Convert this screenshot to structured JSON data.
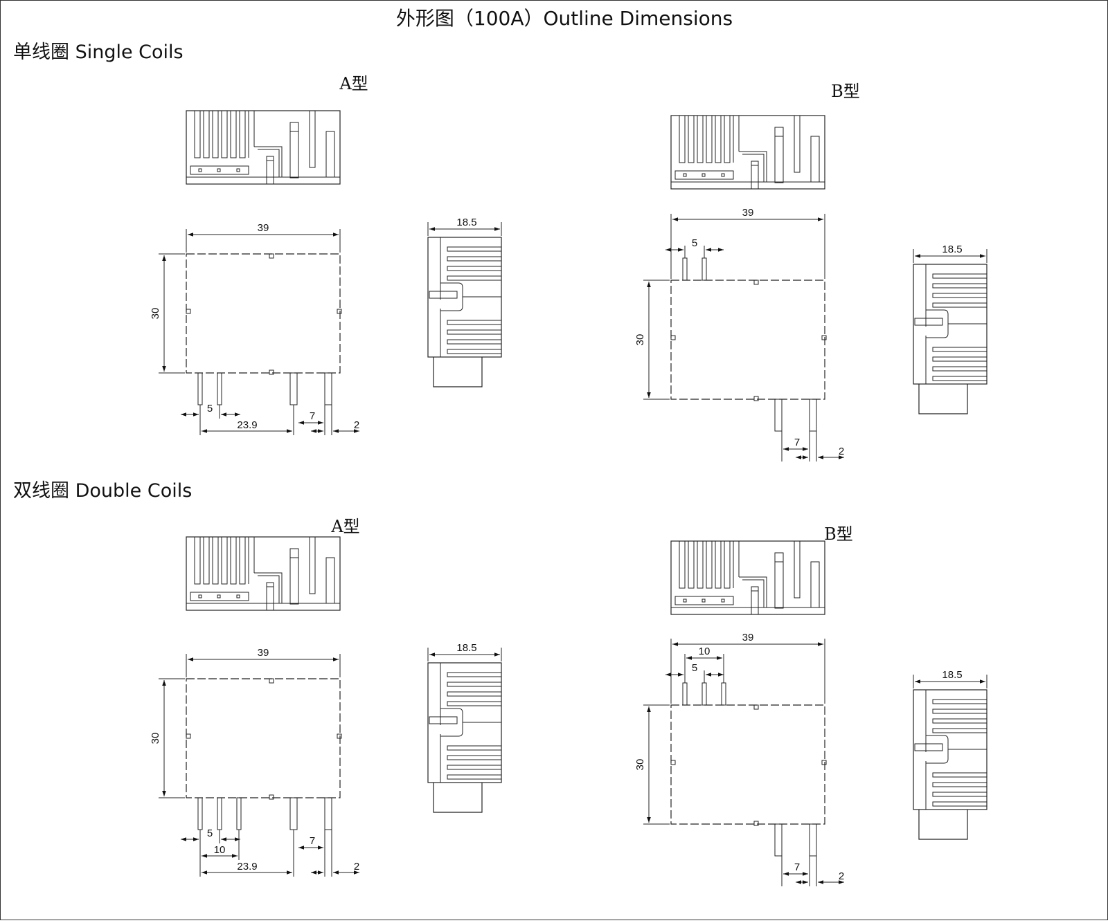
{
  "page": {
    "title": "外形图（100A）Outline Dimensions"
  },
  "sections": [
    {
      "heading": "单线圈 Single Coils",
      "views": [
        {
          "type_label": "A型",
          "front_dims": {
            "width": "39",
            "height": "30",
            "pitch": "5",
            "span": "23.9",
            "gap": "7",
            "pin": "2"
          },
          "side_dims": {
            "depth": "18.5"
          }
        },
        {
          "type_label": "B型",
          "front_dims": {
            "width": "39",
            "height": "30",
            "pitch": "5",
            "gap": "7",
            "pin": "2"
          },
          "side_dims": {
            "depth": "18.5"
          }
        }
      ]
    },
    {
      "heading": "双线圈 Double Coils",
      "views": [
        {
          "type_label": "A型",
          "front_dims": {
            "width": "39",
            "height": "30",
            "pitch": "5",
            "pitch2": "10",
            "span": "23.9",
            "gap": "7",
            "pin": "2"
          },
          "side_dims": {
            "depth": "18.5"
          }
        },
        {
          "type_label": "B型",
          "front_dims": {
            "width": "39",
            "height": "30",
            "pitch": "5",
            "pitch2": "10",
            "gap": "7",
            "pin": "2"
          },
          "side_dims": {
            "depth": "18.5"
          }
        }
      ]
    }
  ]
}
